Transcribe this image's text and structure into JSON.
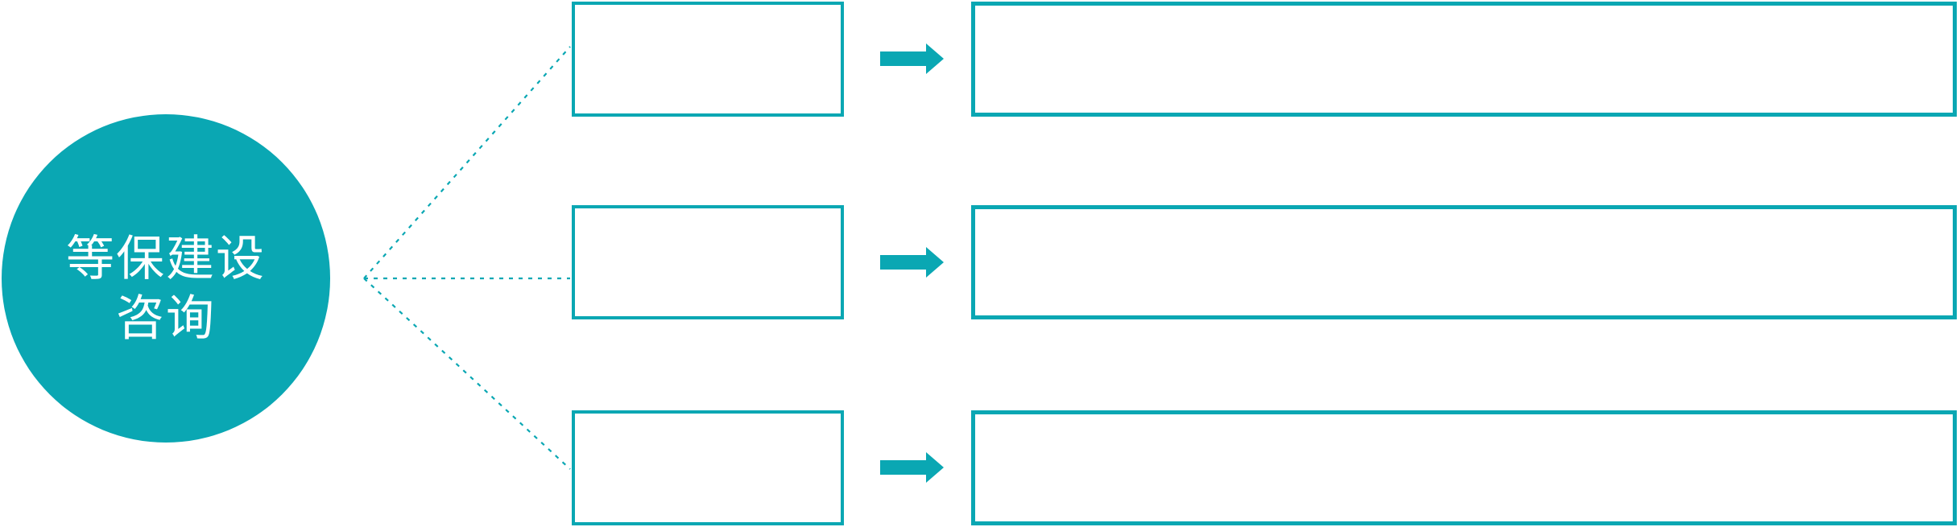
{
  "colors": {
    "accent": "#0aa7b3",
    "background": "#ffffff",
    "box_fill": "#ffffff",
    "hub_text": "#ffffff"
  },
  "hub": {
    "line1": "等保建设",
    "line2": "咨询"
  },
  "rows": [
    {
      "category_text": "",
      "detail_text": ""
    },
    {
      "category_text": "",
      "detail_text": ""
    },
    {
      "category_text": "",
      "detail_text": ""
    }
  ],
  "icons": {
    "arrow": "right-block-arrow-icon",
    "connector": "dotted-line-connector"
  }
}
